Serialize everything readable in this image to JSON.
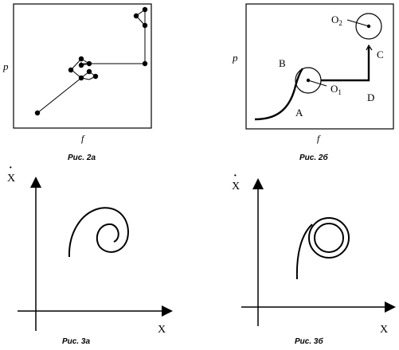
{
  "fig2a": {
    "ylabel": "p",
    "xlabel": "f",
    "caption": "Рис. 2а"
  },
  "fig2b": {
    "ylabel": "p",
    "xlabel": "f",
    "caption": "Рис. 2б",
    "labels": {
      "A": "A",
      "B": "B",
      "C": "C",
      "D": "D",
      "o1": "O",
      "o1_sub": "1",
      "o2": "O",
      "o2_sub": "2"
    }
  },
  "fig3a": {
    "ylabel": "X",
    "ydot": "·",
    "xlabel": "X",
    "caption": "Рис. 3а"
  },
  "fig3b": {
    "ylabel": "X",
    "ydot": "·",
    "xlabel": "X",
    "caption": "Рис. 3б"
  }
}
